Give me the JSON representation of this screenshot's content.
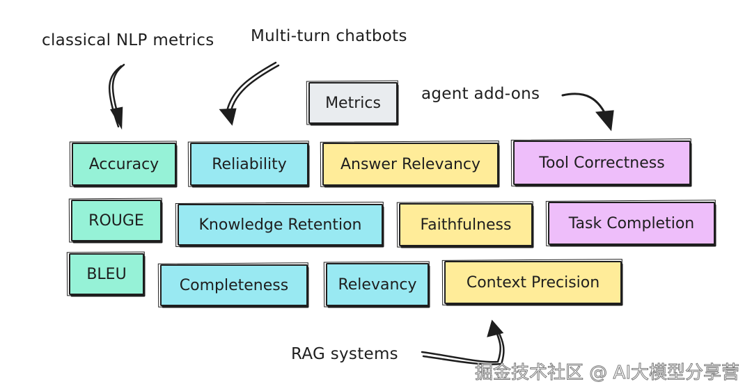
{
  "annotations": {
    "classical": "classical NLP metrics",
    "multiturn": "Multi-turn chatbots",
    "agent": "agent add-ons",
    "rag": "RAG systems"
  },
  "title_box": "Metrics",
  "categories": {
    "classical_nlp": {
      "color": "#96f2d7",
      "items": [
        "Accuracy",
        "ROUGE",
        "BLEU"
      ]
    },
    "multi_turn_chatbots": {
      "color": "#99e9f2",
      "items": [
        "Reliability",
        "Knowledge Retention",
        "Completeness",
        "Relevancy"
      ]
    },
    "rag_systems": {
      "color": "#ffec99",
      "items": [
        "Answer Relevancy",
        "Faithfulness",
        "Context Precision"
      ]
    },
    "agent_add_ons": {
      "color": "#eebefa",
      "items": [
        "Tool Correctness",
        "Task Completion"
      ]
    }
  },
  "watermark": "掘金技术社区 @ AI大模型分享营"
}
